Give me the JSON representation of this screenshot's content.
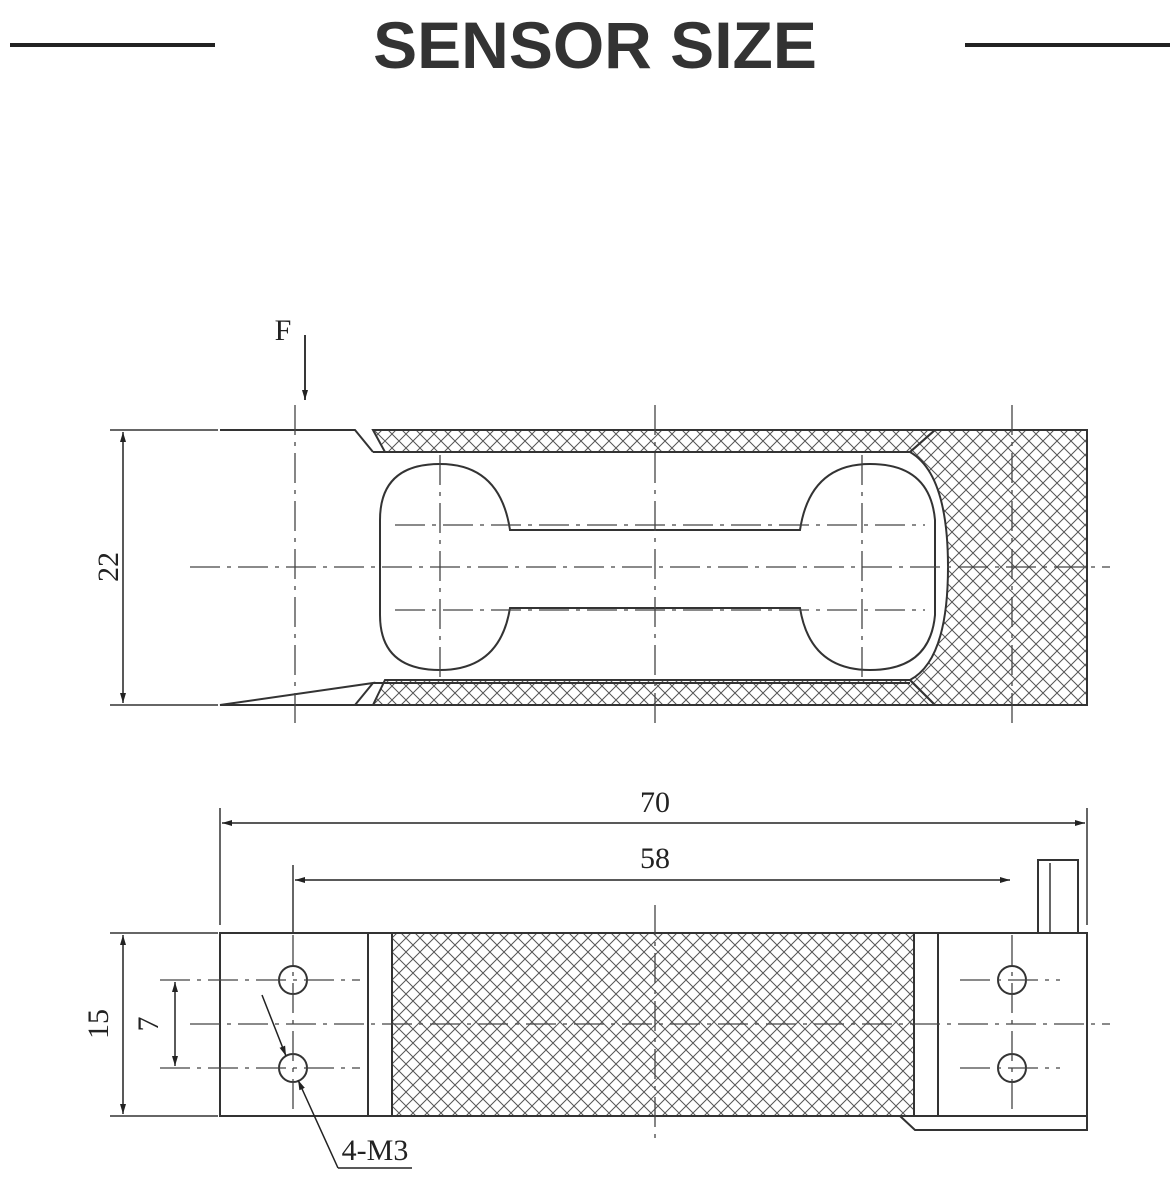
{
  "title": "SENSOR SIZE",
  "force_label": "F",
  "dimensions": {
    "height_top": "22",
    "overall_length": "70",
    "hole_spacing": "58",
    "width": "15",
    "hole_offset": "7"
  },
  "thread_callout": "4-M3"
}
